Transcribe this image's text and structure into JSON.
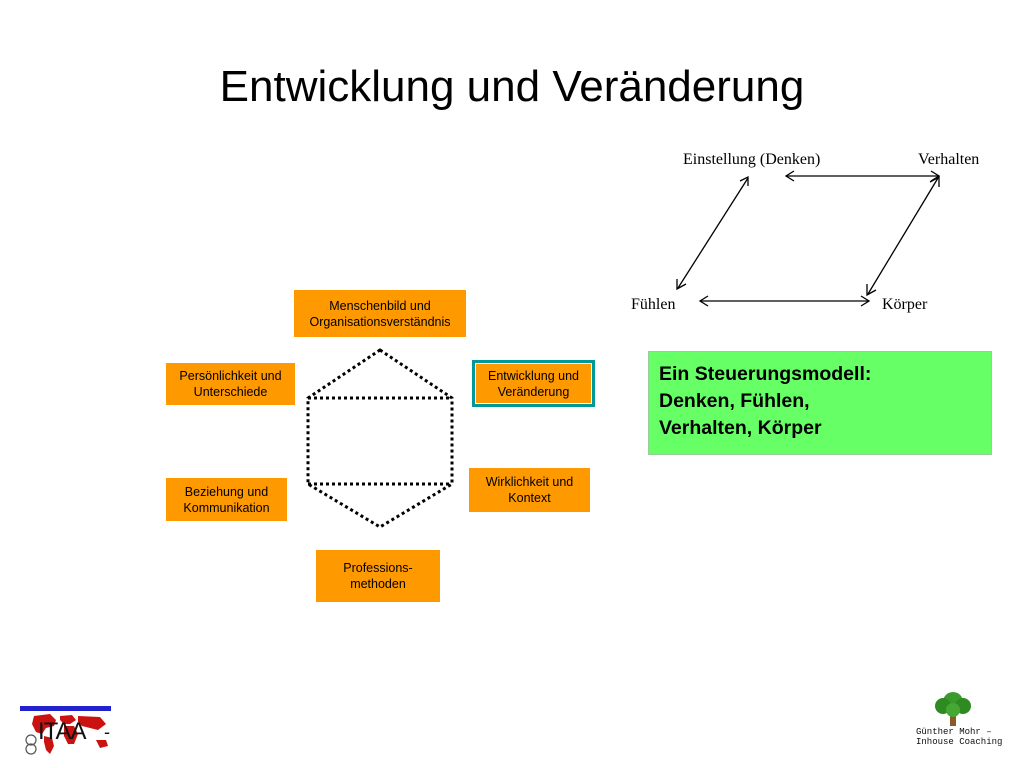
{
  "title": "Entwicklung und Veränderung",
  "boxes": {
    "menschenbild": "Menschenbild und Organisationsverständnis",
    "persoenlichkeit": "Persönlichkeit und Unterschiede",
    "entwicklung": "Entwicklung und Veränderung",
    "beziehung": "Beziehung und Kommunikation",
    "wirklichkeit": "Wirklichkeit und Kontext",
    "profession": "Professions-methoden"
  },
  "model": {
    "einstellung": "Einstellung (Denken)",
    "verhalten": "Verhalten",
    "fuehlen": "Fühlen",
    "koerper": "Körper"
  },
  "steuerung": {
    "line1": "Ein Steuerungsmodell:",
    "line2": "Denken, Fühlen,",
    "line3": "Verhalten, Körper"
  },
  "footer": {
    "left_logo": "ITAA",
    "left_dash": "-",
    "right_text_1": "Günther Mohr –",
    "right_text_2": "Inhouse Coaching"
  },
  "colors": {
    "orange": "#ff9900",
    "green": "#66ff66",
    "selected_border": "#009999",
    "footer_bar": "#2222cc"
  }
}
